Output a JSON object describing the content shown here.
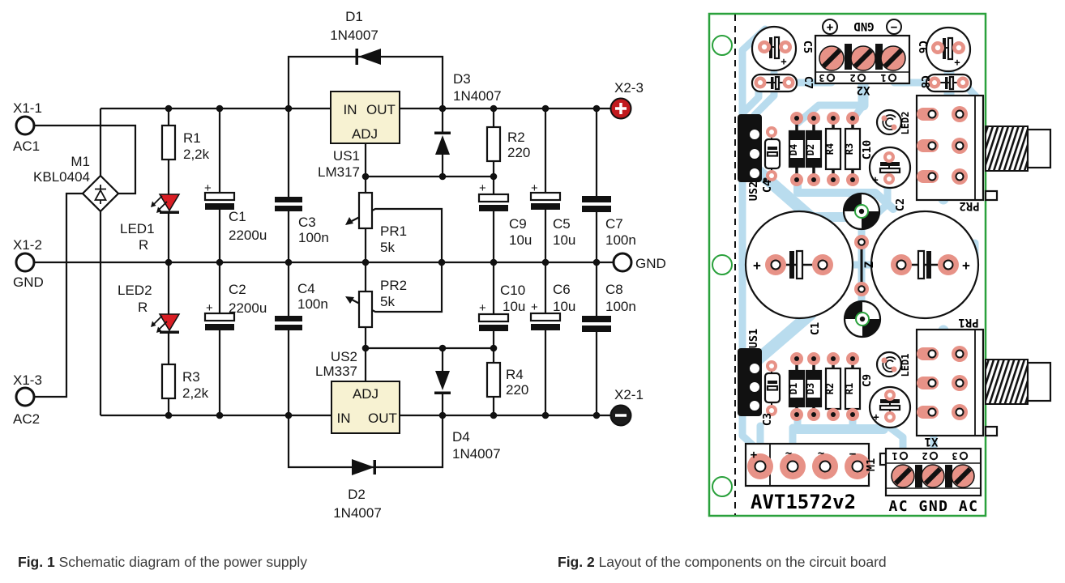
{
  "colors": {
    "text": "#161616",
    "caption": "#3b3b3b",
    "led_red": "#d91e24",
    "terminal_red": "#c21a1e",
    "terminal_black": "#1c1c1c",
    "regulator_fill": "#f7f2d2",
    "board_green": "#2aa13c",
    "trace_blue": "#b9dcee",
    "pad_salmon": "#e79287"
  },
  "captions": {
    "fig1_label": "Fig. 1",
    "fig1_text": " Schematic diagram of the power supply",
    "fig2_label": "Fig. 2",
    "fig2_text": " Layout of the components on the circuit board"
  },
  "schematic": {
    "plus": "+",
    "terminals": {
      "x1_1": "X1-1",
      "ac1": "AC1",
      "x1_2": "X1-2",
      "gnd_in": "GND",
      "x1_3": "X1-3",
      "ac2": "AC2",
      "x2_3": "X2-3",
      "gnd_out": "GND",
      "x2_1": "X2-1"
    },
    "m1": {
      "ref": "M1",
      "val": "KBL0404"
    },
    "r1": {
      "ref": "R1",
      "val": "2,2k"
    },
    "r2": {
      "ref": "R2",
      "val": "220"
    },
    "r3": {
      "ref": "R3",
      "val": "2,2k"
    },
    "r4": {
      "ref": "R4",
      "val": "220"
    },
    "led1": {
      "ref": "LED1",
      "val": "R"
    },
    "led2": {
      "ref": "LED2",
      "val": "R"
    },
    "c1": {
      "ref": "C1",
      "val": "2200u"
    },
    "c2": {
      "ref": "C2",
      "val": "2200u"
    },
    "c3": {
      "ref": "C3",
      "val": "100n"
    },
    "c4": {
      "ref": "C4",
      "val": "100n"
    },
    "c5": {
      "ref": "C5",
      "val": "10u"
    },
    "c6": {
      "ref": "C6",
      "val": "10u"
    },
    "c7": {
      "ref": "C7",
      "val": "100n"
    },
    "c8": {
      "ref": "C8",
      "val": "100n"
    },
    "c9": {
      "ref": "C9",
      "val": "10u"
    },
    "c10": {
      "ref": "C10",
      "val": "10u"
    },
    "d1": {
      "ref": "D1",
      "val": "1N4007"
    },
    "d2": {
      "ref": "D2",
      "val": "1N4007"
    },
    "d3": {
      "ref": "D3",
      "val": "1N4007"
    },
    "d4": {
      "ref": "D4",
      "val": "1N4007"
    },
    "pr1": {
      "ref": "PR1",
      "val": "5k"
    },
    "pr2": {
      "ref": "PR2",
      "val": "5k"
    },
    "us1": {
      "ref": "US1",
      "val": "LM317",
      "pin_in": "IN",
      "pin_out": "OUT",
      "pin_adj": "ADJ"
    },
    "us2": {
      "ref": "US2",
      "val": "LM337",
      "pin_in": "IN",
      "pin_out": "OUT",
      "pin_adj": "ADJ"
    }
  },
  "pcb": {
    "board_id": "AVT1572v2",
    "ac_labels": "AC GND AC",
    "plus": "+",
    "x2": {
      "label": "X2",
      "plus": "+",
      "gnd": "GND",
      "minus": "−",
      "pin1": "1",
      "pin2": "2",
      "pin3": "3"
    },
    "x1": {
      "label": "X1",
      "pin1": "1",
      "pin2": "2",
      "pin3": "3"
    },
    "m1": {
      "label": "M1",
      "plus": "+",
      "tilde": "~",
      "minus": "−"
    },
    "refs": {
      "c1": "C1",
      "c2": "C2",
      "c3": "C3",
      "c4": "C4",
      "c5": "C5",
      "c6": "C6",
      "c7": "C7",
      "c8": "C8",
      "c9": "C9",
      "c10": "C10",
      "d1": "D1",
      "d2": "D2",
      "d3": "D3",
      "d4": "D4",
      "r1": "R1",
      "r2": "R2",
      "r3": "R3",
      "r4": "R4",
      "led1": "LED1",
      "led2": "LED2",
      "us1": "US1",
      "us2": "US2",
      "pr1": "PR1",
      "pr2": "PR2",
      "z": "Z"
    }
  }
}
